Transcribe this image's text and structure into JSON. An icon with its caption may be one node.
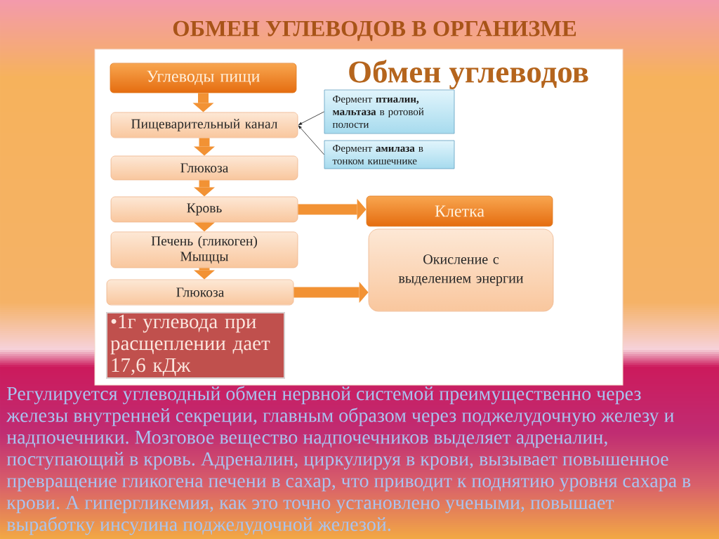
{
  "diagram": {
    "title": "ОБМЕН УГЛЕВОДОВ В ОРГАНИЗМЕ",
    "nodes": [
      {
        "text": [
          "Углеводы пищи"
        ]
      },
      {
        "text": [
          "Пищеварительный канал"
        ]
      },
      {
        "text": [
          "Глюкоза"
        ]
      },
      {
        "text": [
          "Кровь"
        ]
      },
      {
        "text": [
          "Печень (гликоген) Мыщцы"
        ]
      },
      {
        "text": [
          "Глюкоза"
        ]
      },
      {
        "text": [
          "Фермент **птиалин, мальтаза** в ротовой полости"
        ]
      },
      {
        "text": [
          "Фермент **амилаза** в тонком кишечнике"
        ]
      },
      {
        "text": [
          "Клетка"
        ]
      },
      {
        "text": [
          "Окисление с выделением энергии"
        ]
      },
      {
        "text": [
          "•1г углевода при расщеплении дает 17,6 кДж"
        ]
      }
    ],
    "edges": [
      {
        "from": 0,
        "to": 1,
        "arrow": "to"
      },
      {
        "from": 1,
        "to": 2,
        "arrow": "to"
      },
      {
        "from": 2,
        "to": 3,
        "arrow": "to"
      },
      {
        "from": 3,
        "to": 4,
        "arrow": "to"
      },
      {
        "from": 4,
        "to": 5,
        "arrow": "to"
      },
      {
        "from": 6,
        "to": 1,
        "arrow": "to",
        "color": "#1a1a1a"
      },
      {
        "from": 7,
        "to": 1,
        "arrow": "to",
        "color": "#1a1a1a"
      },
      {
        "from": 3,
        "to": 8,
        "arrow": "to"
      },
      {
        "from": 5,
        "to": 9,
        "arrow": "to"
      }
    ],
    "labels": [
      "Обмен углеводов",
      "Регулируется углеводный обмен нервной системой преимущественно через железы внутренней секреции, главным образом через поджелудочную железу и надпочечники. Мозговое вещество надпочечников выделяет адреналин, поступающий в кровь. Адреналин, циркулируя в крови, вызывает повышенное превращение гликогена печени в сахар, что приводит к поднятию уровня сахара в крови. А гипергликемия, как это точно установлено учеными, повышает выработку инсулина поджелудочной железой."
    ]
  }
}
